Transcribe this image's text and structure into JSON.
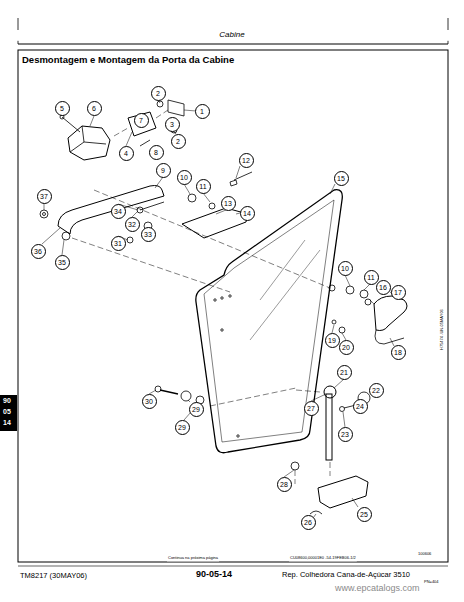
{
  "diagram": {
    "title": "Desmontagem e Montagem da Porta da Cabine",
    "nodes": [
      {
        "text": [
          "1"
        ]
      },
      {
        "text": [
          "2"
        ]
      },
      {
        "text": [
          "2"
        ]
      },
      {
        "text": [
          "3"
        ]
      },
      {
        "text": [
          "4"
        ]
      },
      {
        "text": [
          "5"
        ]
      },
      {
        "text": [
          "6"
        ]
      },
      {
        "text": [
          "7"
        ]
      },
      {
        "text": [
          "8"
        ]
      },
      {
        "text": [
          "9"
        ]
      },
      {
        "text": [
          "10"
        ]
      },
      {
        "text": [
          "11"
        ]
      },
      {
        "text": [
          "12"
        ]
      },
      {
        "text": [
          "13"
        ]
      },
      {
        "text": [
          "14"
        ]
      },
      {
        "text": [
          "15"
        ]
      },
      {
        "text": [
          "10"
        ]
      },
      {
        "text": [
          "11"
        ]
      },
      {
        "text": [
          "16"
        ]
      },
      {
        "text": [
          "17"
        ]
      },
      {
        "text": [
          "18"
        ]
      },
      {
        "text": [
          "19"
        ]
      },
      {
        "text": [
          "20"
        ]
      },
      {
        "text": [
          "21"
        ]
      },
      {
        "text": [
          "22"
        ]
      },
      {
        "text": [
          "23"
        ]
      },
      {
        "text": [
          "24"
        ]
      },
      {
        "text": [
          "25"
        ]
      },
      {
        "text": [
          "26"
        ]
      },
      {
        "text": [
          "27"
        ]
      },
      {
        "text": [
          "28"
        ]
      },
      {
        "text": [
          "29"
        ]
      },
      {
        "text": [
          "29"
        ]
      },
      {
        "text": [
          "30"
        ]
      },
      {
        "text": [
          "31"
        ]
      },
      {
        "text": [
          "32"
        ]
      },
      {
        "text": [
          "33"
        ]
      },
      {
        "text": [
          "34"
        ]
      },
      {
        "text": [
          "35"
        ]
      },
      {
        "text": [
          "36"
        ]
      },
      {
        "text": [
          "37"
        ]
      }
    ],
    "labels": [
      "Cabine",
      "90",
      "05",
      "14",
      "Continua na próxima página",
      "CU08600,00001E0 -54-19FEB06-1/2",
      "H75474 -UN-05MAY06",
      "TM8217 (30MAY06)",
      "90-05-14",
      "Rep. Colhedora Cana-de-Açúcar 3510",
      "100606",
      "PN=404",
      "www.epcatalogs.com"
    ]
  }
}
